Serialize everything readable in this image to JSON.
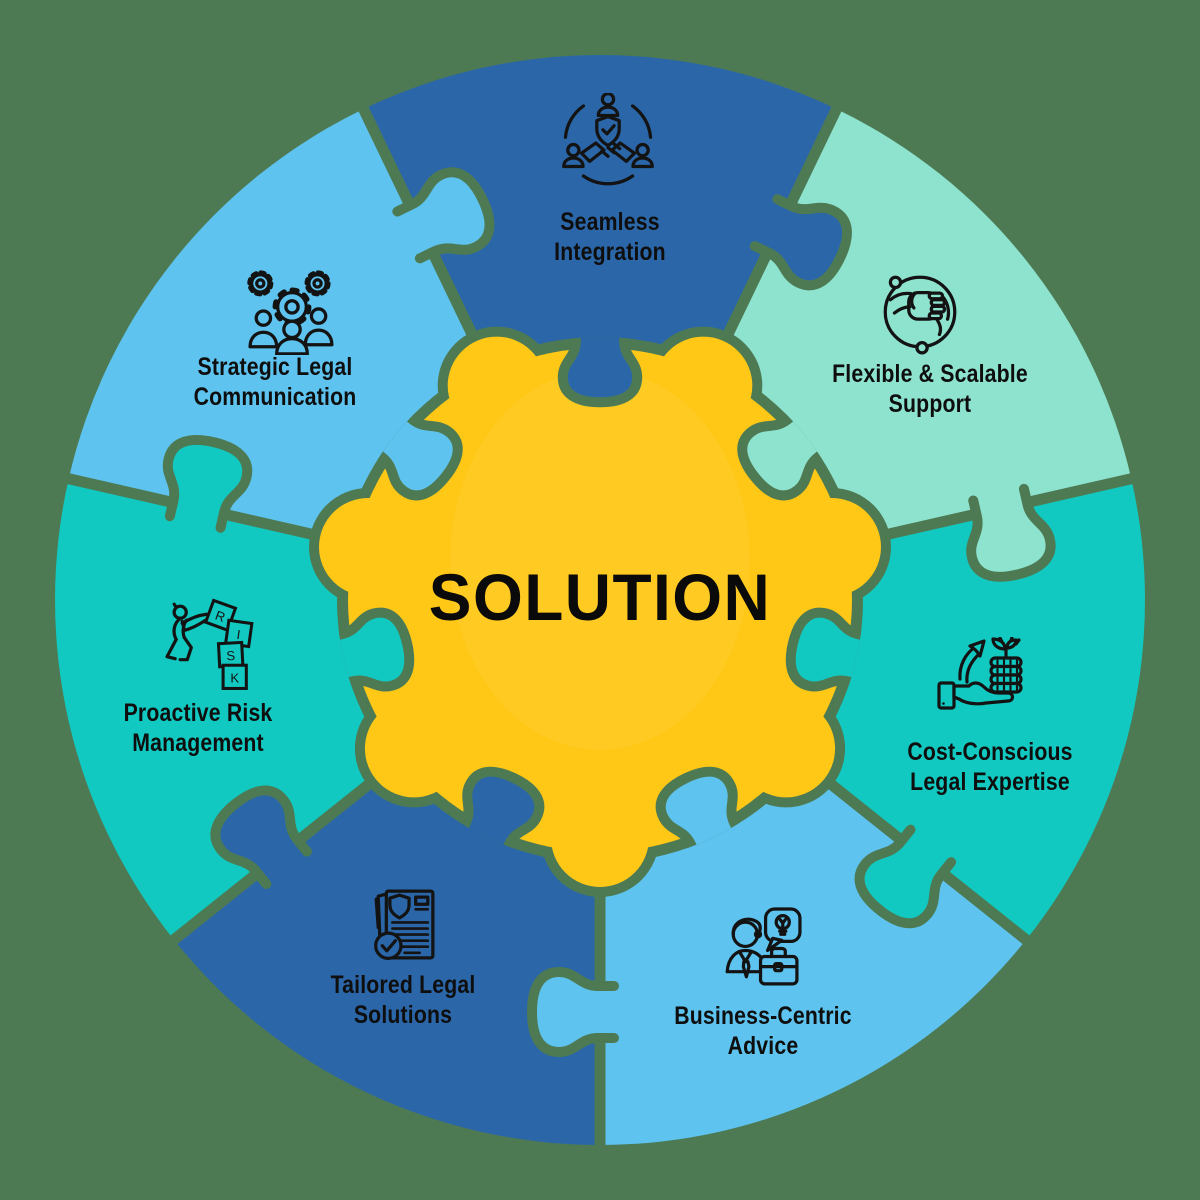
{
  "background_color": "#4d7a53",
  "outline_color": "#4d7a53",
  "center": {
    "label": "SOLUTION",
    "fill": "#ffc716",
    "text_color": "#0a0a0a"
  },
  "label_text_color": "#0e0e0e",
  "segments": [
    {
      "name": "seamless-integration",
      "label_lines": [
        "Seamless",
        "Integration"
      ],
      "color": "#2b67a8",
      "icon": "team-handshake-icon"
    },
    {
      "name": "flexible-scalable-support",
      "label_lines": [
        "Flexible & Scalable",
        "Support"
      ],
      "color": "#8ee3cf",
      "icon": "helping-hands-icon"
    },
    {
      "name": "cost-conscious-legal-expertise",
      "label_lines": [
        "Cost-Conscious",
        "Legal Expertise"
      ],
      "color": "#12c9c1",
      "icon": "savings-growth-icon"
    },
    {
      "name": "business-centric-advice",
      "label_lines": [
        "Business-Centric",
        "Advice"
      ],
      "color": "#5ec3ee",
      "icon": "business-advisor-icon"
    },
    {
      "name": "tailored-legal-solutions",
      "label_lines": [
        "Tailored Legal",
        "Solutions"
      ],
      "color": "#2b67a8",
      "icon": "verified-document-icon"
    },
    {
      "name": "proactive-risk-management",
      "label_lines": [
        "Proactive Risk",
        "Management"
      ],
      "color": "#12c9c1",
      "icon": "risk-blocks-icon"
    },
    {
      "name": "strategic-legal-communication",
      "label_lines": [
        "Strategic Legal",
        "Communication"
      ],
      "color": "#5ec3ee",
      "icon": "team-gears-icon"
    }
  ]
}
